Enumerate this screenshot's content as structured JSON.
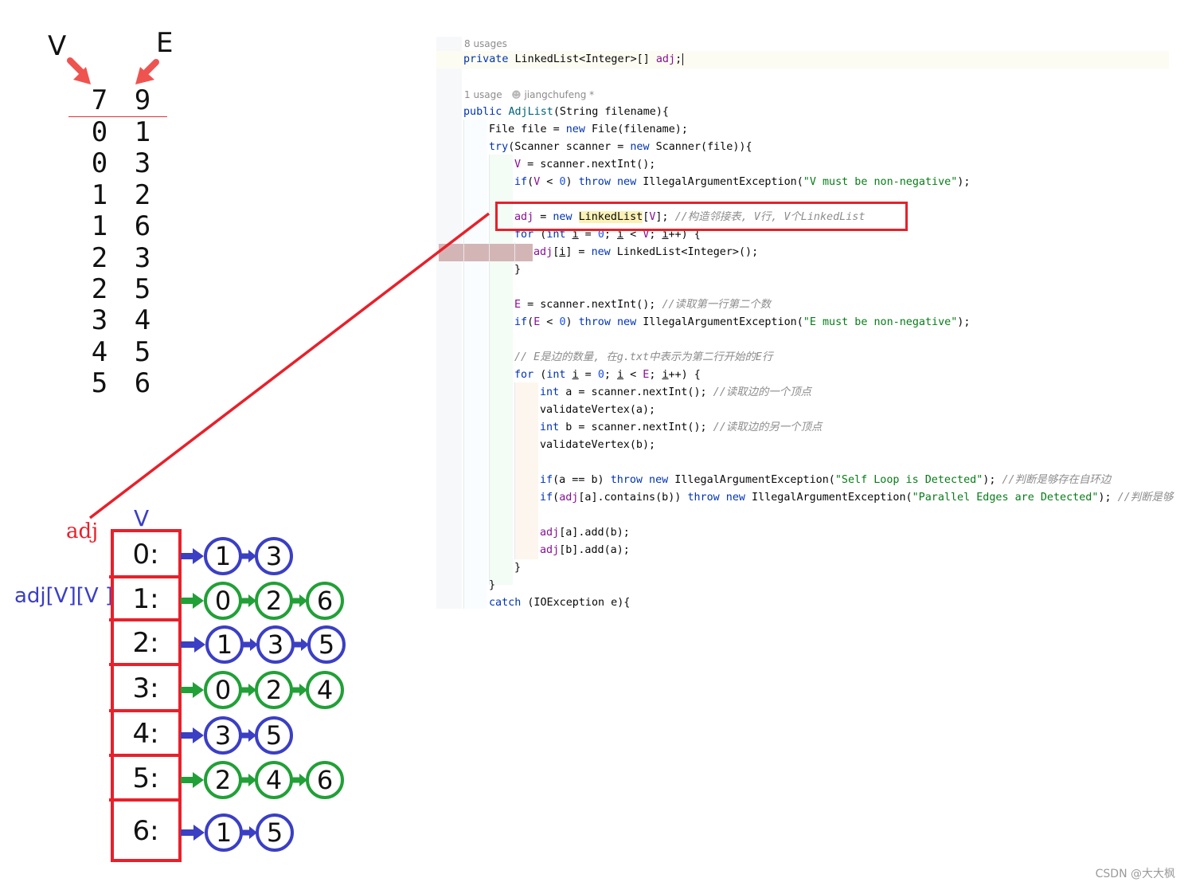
{
  "sample": {
    "header_left": "V",
    "header_right": "E",
    "first_line": [
      "7",
      "9"
    ],
    "edges": [
      [
        "0",
        "1"
      ],
      [
        "0",
        "3"
      ],
      [
        "1",
        "2"
      ],
      [
        "1",
        "6"
      ],
      [
        "2",
        "3"
      ],
      [
        "2",
        "5"
      ],
      [
        "3",
        "4"
      ],
      [
        "4",
        "5"
      ],
      [
        "5",
        "6"
      ]
    ]
  },
  "code": {
    "usages_top": "8 usages",
    "usages_ctor": "1 usage",
    "author": "jiangchufeng *",
    "comments": {
      "adj_init": "//构造邻接表, V行, V个LinkedList",
      "read_e": "//读取第一行第二个数",
      "e_meaning": "// E是边的数量, 在g.txt中表示为第二行开始的E行",
      "read_a": "//读取边的一个顶点",
      "read_b": "//读取边的另一个顶点",
      "self_loop": "//判断是够存在自环边",
      "parallel": "//判断是够"
    },
    "strings": {
      "v_neg": "\"V must be non-negative\"",
      "e_neg": "\"E must be non-negative\"",
      "self_loop": "\"Self Loop is Detected\"",
      "parallel": "\"Parallel Edges are Detected\""
    }
  },
  "diagram": {
    "adj_label": "adj",
    "v_label": "V",
    "array_label": "adj[V][V ]",
    "rows": [
      {
        "label": "0:",
        "neighbors": [
          "1",
          "3"
        ],
        "color": "#3b3fc4"
      },
      {
        "label": "1:",
        "neighbors": [
          "0",
          "2",
          "6"
        ],
        "color": "#21a037"
      },
      {
        "label": "2:",
        "neighbors": [
          "1",
          "3",
          "5"
        ],
        "color": "#3b3fc4"
      },
      {
        "label": "3:",
        "neighbors": [
          "0",
          "2",
          "4"
        ],
        "color": "#21a037"
      },
      {
        "label": "4:",
        "neighbors": [
          "3",
          "5"
        ],
        "color": "#3b3fc4"
      },
      {
        "label": "5:",
        "neighbors": [
          "2",
          "4",
          "6"
        ],
        "color": "#21a037"
      },
      {
        "label": "6:",
        "neighbors": [
          "1",
          "5"
        ],
        "color": "#3b3fc4"
      }
    ]
  },
  "colors": {
    "highlight_red": "#e8202a",
    "blue": "#3b3fc4",
    "green": "#21a037",
    "coral_arrow": "#ef5350"
  },
  "watermark": "CSDN @大大枫"
}
